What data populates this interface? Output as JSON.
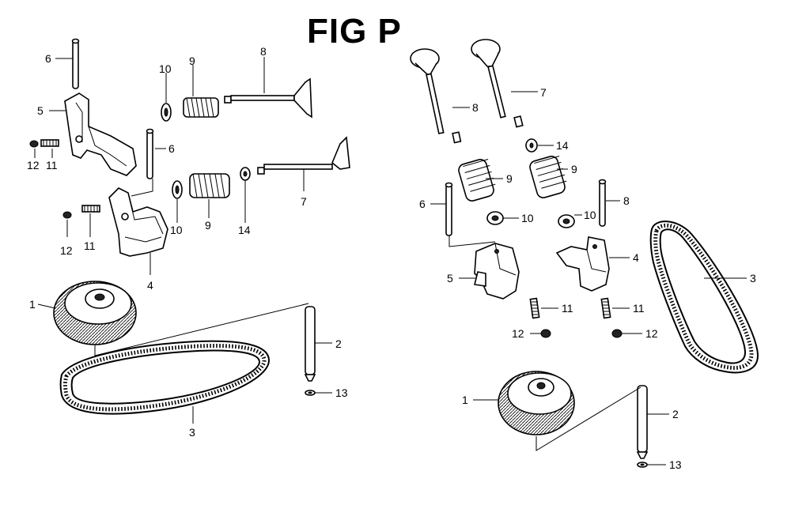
{
  "title": "FIG P",
  "callouts": {
    "l_6a": "6",
    "l_5": "5",
    "l_12a": "12",
    "l_11a": "11",
    "l_10a": "10",
    "l_9a": "9",
    "l_8": "8",
    "l_6b": "6",
    "l_10b": "10",
    "l_9b": "9",
    "l_14": "14",
    "l_7": "7",
    "l_12b": "12",
    "l_11b": "11",
    "l_4": "4",
    "l_1": "1",
    "l_2": "2",
    "l_3": "3",
    "l_13": "13",
    "r_8a": "8",
    "r_7": "7",
    "r_14": "14",
    "r_9a": "9",
    "r_9b": "9",
    "r_6": "6",
    "r_10a": "10",
    "r_10b": "10",
    "r_8b": "8",
    "r_5": "5",
    "r_4": "4",
    "r_3": "3",
    "r_11a": "11",
    "r_11b": "11",
    "r_12a": "12",
    "r_12b": "12",
    "r_1": "1",
    "r_2": "2",
    "r_13": "13"
  }
}
